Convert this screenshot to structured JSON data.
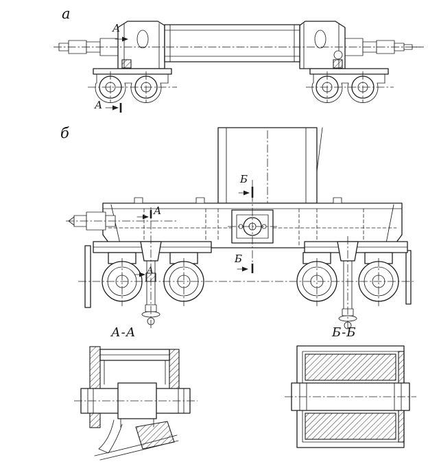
{
  "page": {
    "background_color": "#ffffff",
    "ink_color": "#1c1c1c"
  },
  "figure": {
    "view_top_label": "а",
    "view_side_label": "б",
    "cut_letter_a": "А",
    "cut_letter_b": "Б",
    "section_aa_title": "А-А",
    "section_bb_title": "Б-Б"
  }
}
